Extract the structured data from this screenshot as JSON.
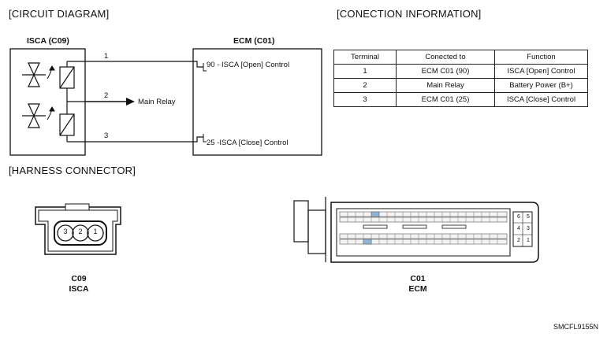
{
  "sections": {
    "circuit_title": "[CIRCUIT DIAGRAM]",
    "connection_title": "[CONECTION INFORMATION]",
    "harness_title": "[HARNESS CONNECTOR]"
  },
  "circuit": {
    "isca_label": "ISCA (C09)",
    "ecm_label": "ECM (C01)",
    "wire1": "1",
    "wire2": "2",
    "wire3": "3",
    "main_relay": "Main Relay",
    "ecm_pin_open": "90 - ISCA [Open] Control",
    "ecm_pin_close": "25 -ISCA [Close] Control"
  },
  "connection_table": {
    "headers": [
      "Terminal",
      "Conected to",
      "Function"
    ],
    "rows": [
      [
        "1",
        "ECM C01 (90)",
        "ISCA [Open] Control"
      ],
      [
        "2",
        "Main Relay",
        "Battery Power (B+)"
      ],
      [
        "3",
        "ECM C01 (25)",
        "ISCA [Close] Control"
      ]
    ]
  },
  "harness": {
    "c09_pins": [
      "3",
      "2",
      "1"
    ],
    "c09_code": "C09",
    "c09_name": "ISCA",
    "c01_code": "C01",
    "c01_name": "ECM",
    "c01_small_pins": [
      "6",
      "5",
      "4",
      "3",
      "2",
      "1"
    ]
  },
  "figure_code": "SMCFL9155N"
}
